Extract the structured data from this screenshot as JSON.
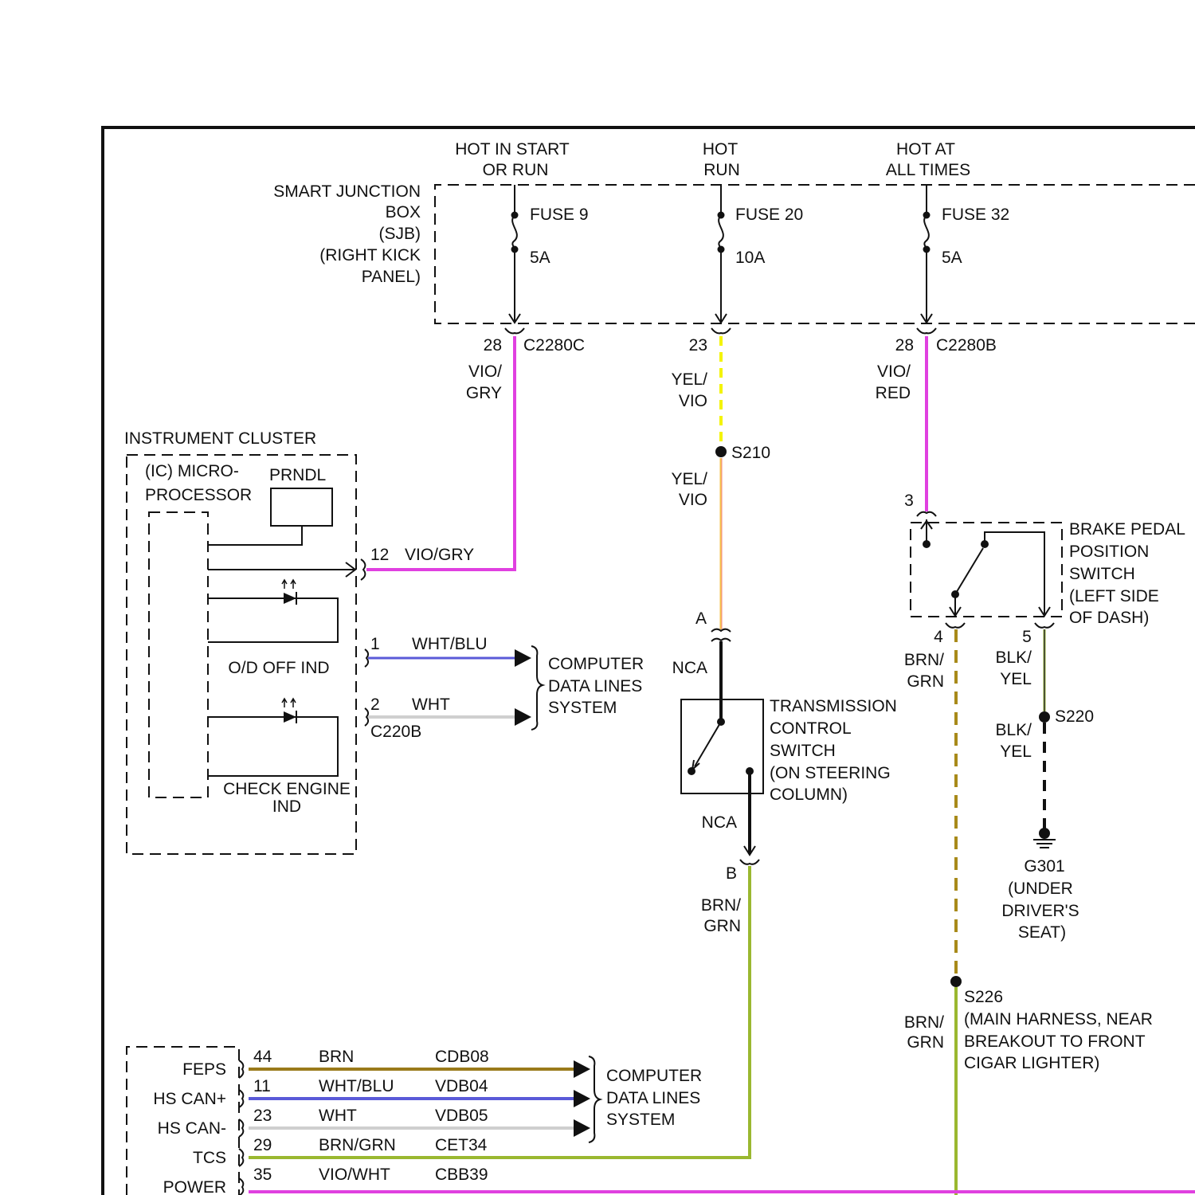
{
  "power": {
    "hot_start_run": [
      "HOT IN START",
      "OR RUN"
    ],
    "hot_run": [
      "HOT",
      "RUN"
    ],
    "hot_all_times": [
      "HOT AT",
      "ALL TIMES"
    ]
  },
  "sjb": {
    "label": [
      "SMART JUNCTION",
      "BOX",
      "(SJB)",
      "(RIGHT KICK",
      "PANEL)"
    ],
    "fuse9": {
      "name": "FUSE 9",
      "rating": "5A",
      "pin": "28",
      "wire": [
        "VIO/",
        "GRY"
      ]
    },
    "fuse20": {
      "name": "FUSE 20",
      "rating": "10A",
      "pin": "23",
      "wire": [
        "YEL/",
        "VIO"
      ]
    },
    "fuse32": {
      "name": "FUSE 32",
      "rating": "5A",
      "pin": "28",
      "wire": [
        "VIO/",
        "RED"
      ]
    },
    "connector_c": "C2280C",
    "connector_b": "C2280B"
  },
  "splice_s210": {
    "name": "S210",
    "wire": [
      "YEL/",
      "VIO"
    ]
  },
  "cluster": {
    "title": "INSTRUMENT CLUSTER",
    "micro": [
      "(IC) MICRO-",
      "PROCESSOR"
    ],
    "prndl": "PRNDL",
    "od_off": "O/D OFF IND",
    "check_engine": [
      "CHECK ENGINE",
      "IND"
    ],
    "pin12": "12",
    "pin12_wire": "VIO/GRY",
    "pin1": "1",
    "pin1_wire": "WHT/BLU",
    "pin2": "2",
    "pin2_wire": "WHT",
    "connector": "C220B"
  },
  "data_lines_1": [
    "COMPUTER",
    "DATA LINES",
    "SYSTEM"
  ],
  "tcs": {
    "label": [
      "TRANSMISSION",
      "CONTROL",
      "SWITCH",
      "(ON STEERING",
      "COLUMN)"
    ],
    "pin_a": "A",
    "pin_b": "B",
    "nca_top": "NCA",
    "nca_bottom": "NCA",
    "wire_out": [
      "BRN/",
      "GRN"
    ]
  },
  "brake": {
    "label": [
      "BRAKE PEDAL",
      "POSITION",
      "SWITCH",
      "(LEFT SIDE",
      "OF DASH)"
    ],
    "pin3": "3",
    "pin4": "4",
    "pin5": "5",
    "wire4": [
      "BRN/",
      "GRN"
    ],
    "wire5": [
      "BLK/",
      "YEL"
    ]
  },
  "splice_s220": {
    "name": "S220",
    "wire": [
      "BLK/",
      "YEL"
    ]
  },
  "ground": {
    "label": [
      "G301",
      "(UNDER",
      "DRIVER'S",
      "SEAT)"
    ]
  },
  "splice_s226": {
    "name": "S226",
    "desc": [
      "(MAIN HARNESS, NEAR",
      "BREAKOUT TO FRONT",
      "CIGAR LIGHTER)"
    ],
    "wire": [
      "BRN/",
      "GRN"
    ]
  },
  "module": {
    "rows": [
      {
        "label": "FEPS",
        "pin": "44",
        "wire": "BRN",
        "circuit": "CDB08",
        "color": "#9a7a1a"
      },
      {
        "label": "HS CAN+",
        "pin": "11",
        "wire": "WHT/BLU",
        "circuit": "VDB04",
        "color": "#5a5ad8"
      },
      {
        "label": "HS CAN-",
        "pin": "23",
        "wire": "WHT",
        "circuit": "VDB05",
        "color": "#cfcfcf"
      },
      {
        "label": "TCS",
        "pin": "29",
        "wire": "BRN/GRN",
        "circuit": "CET34",
        "color": "#9ab830"
      },
      {
        "label": "POWER",
        "pin": "35",
        "wire": "VIO/WHT",
        "circuit": "CBB39",
        "color": "#e040e0"
      }
    ]
  },
  "data_lines_2": [
    "COMPUTER",
    "DATA LINES",
    "SYSTEM"
  ],
  "colors": {
    "vio_gry": "#e040e0",
    "yel_vio": "#f4f400",
    "vio_red": "#e040e0",
    "brn_grn": "#9ab830",
    "brn_grn_dash": "#a88a1a",
    "wht_blu": "#5a5ad8",
    "wht": "#cfcfcf",
    "blk_yel": "#111111"
  }
}
